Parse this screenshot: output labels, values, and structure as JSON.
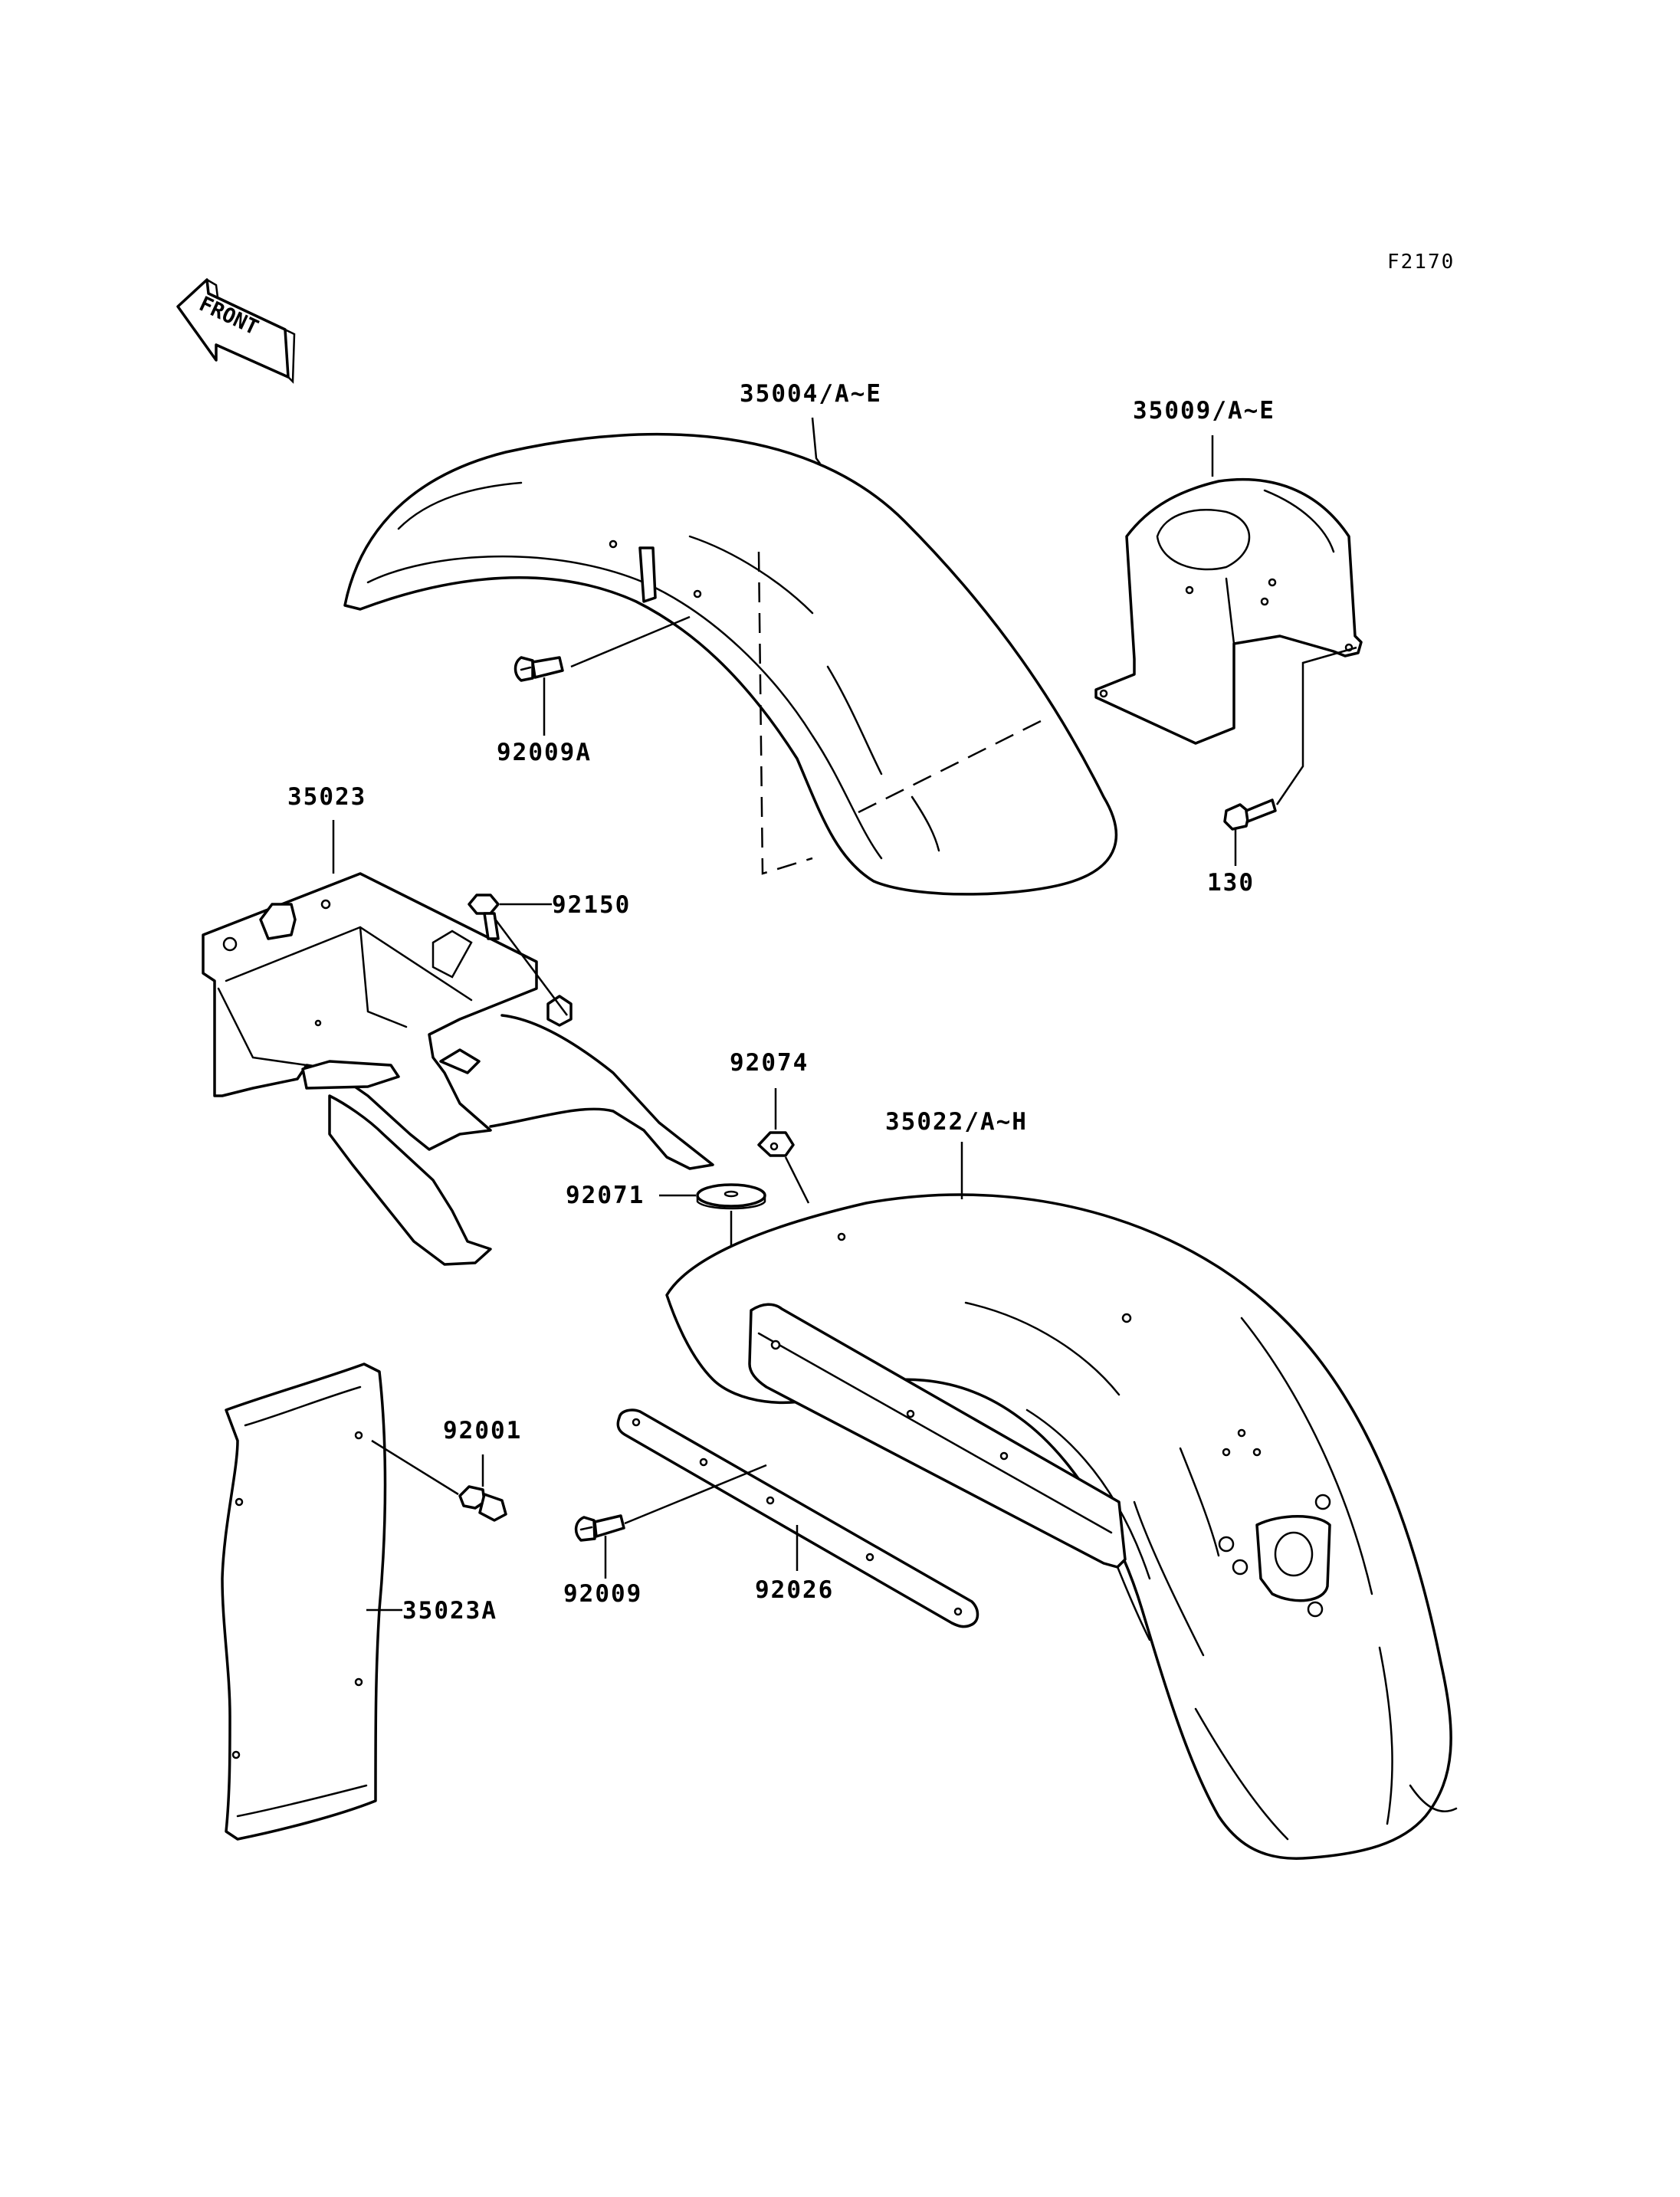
{
  "figure_code": "F2170",
  "direction_label": "FRONT",
  "callouts": {
    "front_fender": "35004/A~E",
    "front_fender_bracket": "35009/A~E",
    "bolt_92009A": "92009A",
    "bolt_130": "130",
    "rear_fender_frame": "35023",
    "bolt_92150": "92150",
    "cushion_92074": "92074",
    "rear_fender": "35022/A~H",
    "cushion_92071": "92071",
    "flap_bolt": "92001",
    "inner_flap": "35023A",
    "bolt_92009": "92009",
    "strip_92026": "92026"
  }
}
